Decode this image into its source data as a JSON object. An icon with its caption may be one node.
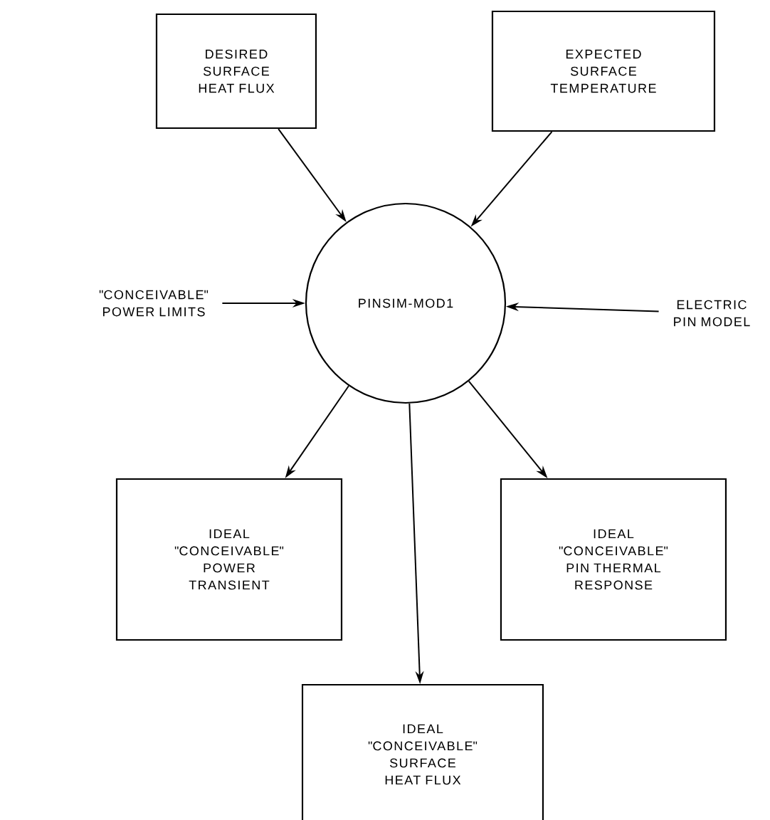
{
  "diagram": {
    "nodes": [
      {
        "text": [
          "DESIRED SURFACE HEAT FLUX"
        ]
      },
      {
        "text": [
          "EXPECTED SURFACE TEMPERATURE"
        ]
      },
      {
        "text": [
          "\"CONCEIVABLE\" POWER LIMITS"
        ]
      },
      {
        "text": [
          "PINSIM-MOD1"
        ]
      },
      {
        "text": [
          "ELECTRIC PIN MODEL"
        ]
      },
      {
        "text": [
          "IDEAL \"CONCEIVABLE\" POWER TRANSIENT"
        ]
      },
      {
        "text": [
          "IDEAL \"CONCEIVABLE\" PIN THERMAL RESPONSE"
        ]
      },
      {
        "text": [
          "IDEAL \"CONCEIVABLE\" SURFACE HEAT FLUX"
        ]
      }
    ],
    "edges": [
      {
        "from": 0,
        "to": 3,
        "arrow": "to"
      },
      {
        "from": 1,
        "to": 3,
        "arrow": "to"
      },
      {
        "from": 2,
        "to": 3,
        "arrow": "to"
      },
      {
        "from": 4,
        "to": 3,
        "arrow": "to"
      },
      {
        "from": 3,
        "to": 5,
        "arrow": "to"
      },
      {
        "from": 3,
        "to": 6,
        "arrow": "to"
      },
      {
        "from": 3,
        "to": 7,
        "arrow": "to"
      }
    ]
  }
}
